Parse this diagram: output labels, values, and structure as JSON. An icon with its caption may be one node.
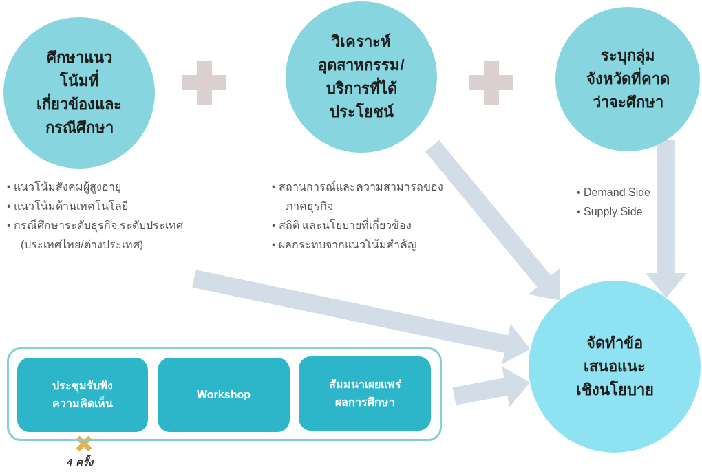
{
  "diagram": {
    "nodes": [
      {
        "text": [
          "ศึกษาแนวโน้มที่เกี่ยวข้องและกรณีศึกษา"
        ],
        "beside": [
          "• แนวโน้มสังคมผู้สูงอายุ",
          "• แนวโน้มด้านเทคโนโลยี",
          "• กรณีศึกษาระดับธุรกิจ ระดับประเทศ (ประเทศไทย/ต่างประเทศ)"
        ]
      },
      {
        "text": [
          "วิเคราะห์อุตสาหกรรม/บริการที่ได้ประโยชน์"
        ],
        "beside": [
          "• สถานการณ์และความสามารถของภาคธุรกิจ",
          "• สถิติ และนโยบายที่เกี่ยวข้อง",
          "• ผลกระทบจากแนวโน้มสำคัญ"
        ]
      },
      {
        "text": [
          "ระบุกลุ่มจังหวัดที่คาดว่าจะศึกษา"
        ],
        "beside": [
          "• Demand Side",
          "• Supply Side"
        ]
      },
      {
        "text": [],
        "shape": "box"
      },
      {
        "text": [
          "ประชุมรับฟังความคิดเห็น"
        ],
        "in": 3,
        "beside": [
          "4 ครั้ง"
        ]
      },
      {
        "text": [
          "Workshop"
        ],
        "in": 3
      },
      {
        "text": [
          "สัมมนาเผยแพร่ผลการศึกษา"
        ],
        "in": 3
      },
      {
        "text": [
          "จัดทำข้อเสนอแนะเชิงนโยบาย"
        ]
      }
    ],
    "edges": [
      {
        "from": 0,
        "to": 7,
        "arrow": "to"
      },
      {
        "from": 1,
        "to": 7,
        "arrow": "to"
      },
      {
        "from": 2,
        "to": 7,
        "arrow": "to"
      },
      {
        "from": 3,
        "to": 7,
        "arrow": "to"
      }
    ]
  }
}
